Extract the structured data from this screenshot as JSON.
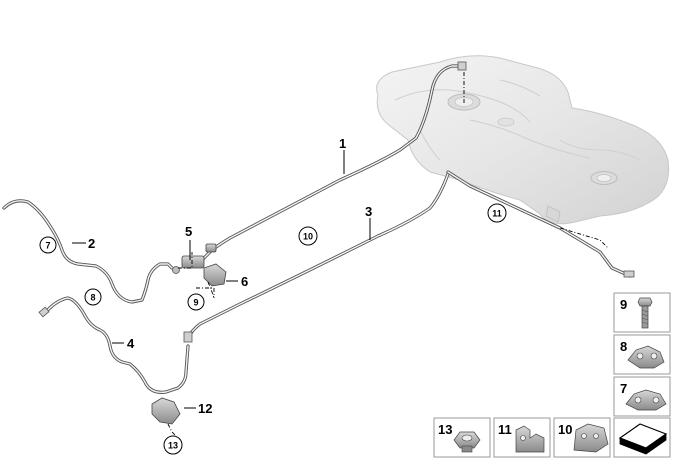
{
  "callouts": {
    "c1": "1",
    "c2": "2",
    "c3": "3",
    "c4": "4",
    "c5": "5",
    "c6": "6",
    "c7": "7",
    "c8": "8",
    "c9": "9",
    "c10": "10",
    "c11": "11",
    "c12": "12",
    "c13": "13"
  },
  "legend_boxes": {
    "b9": "9",
    "b8": "8",
    "b7": "7",
    "b13": "13",
    "b11": "11",
    "b10": "10"
  }
}
